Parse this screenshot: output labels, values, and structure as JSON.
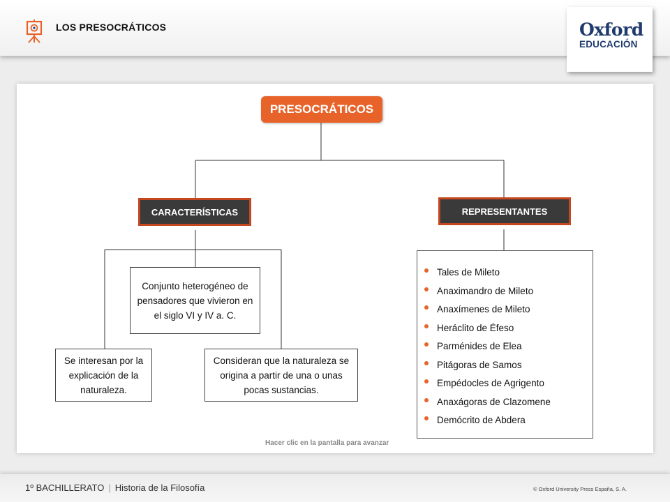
{
  "header": {
    "title": "LOS PRESOCRÁTICOS",
    "brand_name": "Oxford",
    "brand_sub": "EDUCACIÓN",
    "accent_color": "#e8632a"
  },
  "diagram": {
    "root": "PRESOCRÁTICOS",
    "caracteristicas": {
      "label": "CARACTERÍSTICAS",
      "items": [
        "Conjunto heterogéneo de pensadores que vivieron en el siglo VI y IV a. C.",
        "Se interesan por la explicación de la naturaleza.",
        "Consideran que la naturaleza se origina a partir de una o unas pocas sustancias."
      ]
    },
    "representantes": {
      "label": "REPRESENTANTES",
      "items": [
        "Tales de Mileto",
        "Anaximandro de Mileto",
        "Anaxímenes de Mileto",
        "Heráclito de Éfeso",
        "Parménides de Elea",
        "Pitágoras de Samos",
        "Empédocles de Agrigento",
        "Anaxágoras de Clazomene",
        "Demócrito de Abdera"
      ]
    }
  },
  "hint": "Hacer clic en la pantalla para avanzar",
  "footer": {
    "course": "1º BACHILLERATO",
    "subject": "Historia de la Filosofía",
    "copyright": "© Oxford University Press España, S. A."
  }
}
